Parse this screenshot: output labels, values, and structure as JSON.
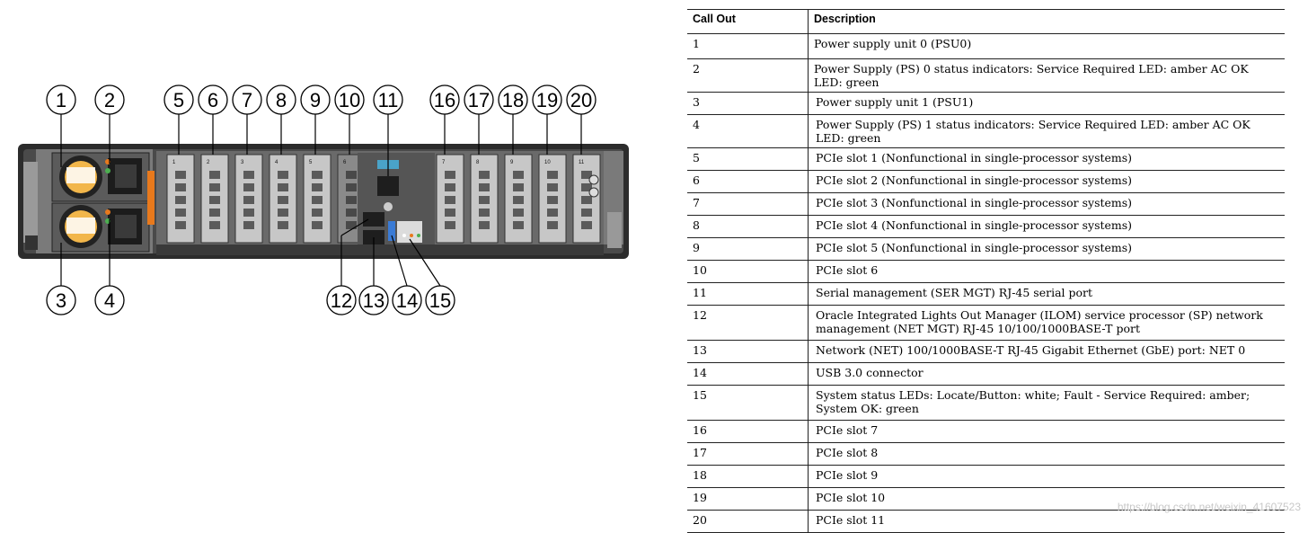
{
  "diagram": {
    "callouts_top": [
      "1",
      "2",
      "5",
      "6",
      "7",
      "8",
      "9",
      "10",
      "11",
      "16",
      "17",
      "18",
      "19",
      "20"
    ],
    "callouts_bottom": [
      "3",
      "4",
      "12",
      "13",
      "14",
      "15"
    ],
    "slot_numbers": [
      "1",
      "2",
      "3",
      "4",
      "5",
      "6",
      "7",
      "8",
      "9",
      "10",
      "11"
    ]
  },
  "table": {
    "headers": [
      "Call Out",
      "Description"
    ],
    "rows": [
      [
        "1",
        "Power supply unit 0 (PSU0)"
      ],
      [
        "2",
        "Power Supply (PS) 0 status indicators: Service Required LED: amber AC OK LED: green"
      ],
      [
        "3",
        "Power supply unit 1 (PSU1)"
      ],
      [
        "4",
        "Power Supply (PS) 1 status indicators: Service Required LED: amber AC OK LED: green"
      ],
      [
        "5",
        "PCIe slot 1 (Nonfunctional in single-processor systems)"
      ],
      [
        "6",
        "PCIe slot 2 (Nonfunctional in single-processor systems)"
      ],
      [
        "7",
        "PCIe slot 3 (Nonfunctional in single-processor systems)"
      ],
      [
        "8",
        "PCIe slot 4 (Nonfunctional in single-processor systems)"
      ],
      [
        "9",
        "PCIe slot 5 (Nonfunctional in single-processor systems)"
      ],
      [
        "10",
        "PCIe slot 6"
      ],
      [
        "11",
        "Serial management (SER MGT) RJ-45 serial port"
      ],
      [
        "12",
        "Oracle Integrated Lights Out Manager (ILOM) service processor (SP) network management (NET MGT) RJ-45 10/100/1000BASE-T port"
      ],
      [
        "13",
        "Network (NET) 100/1000BASE-T RJ-45 Gigabit Ethernet (GbE) port: NET 0"
      ],
      [
        "14",
        "USB 3.0 connector"
      ],
      [
        "15",
        "System status LEDs: Locate/Button: white; Fault - Service Required: amber; System OK: green"
      ],
      [
        "16",
        "PCIe slot 7"
      ],
      [
        "17",
        "PCIe slot 8"
      ],
      [
        "18",
        "PCIe slot 9"
      ],
      [
        "19",
        "PCIe slot 10"
      ],
      [
        "20",
        "PCIe slot 11"
      ]
    ]
  },
  "watermark": "https://blog.csdn.net/weixin_41607523",
  "colors": {
    "chassis": "#2a2a2a",
    "panel": "#b9b9b9",
    "accent": "#e8791c",
    "psu_label": "#f2b64a"
  }
}
